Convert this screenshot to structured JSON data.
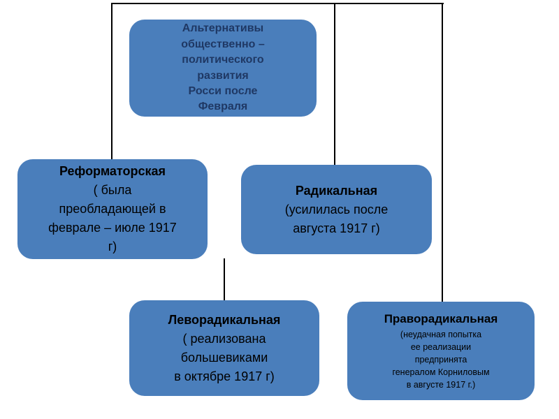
{
  "diagram": {
    "colors": {
      "box_fill": "#4a7ebb",
      "title_text": "#1f3864",
      "body_text": "#000000",
      "connector": "#000000",
      "background": "#ffffff"
    },
    "title_box": {
      "lines": [
        "Альтернативы",
        "общественно –",
        "политического",
        "развития",
        "Росси после",
        "Февраля"
      ]
    },
    "boxes": [
      {
        "title": "Реформаторская",
        "body_lines": [
          "( была",
          "преобладающей в",
          "феврале – июле 1917",
          "г)"
        ]
      },
      {
        "title": "Радикальная",
        "body_lines": [
          "(усилилась после",
          "августа 1917 г)"
        ]
      },
      {
        "title": "Леворадикальная",
        "body_lines": [
          "( реализована",
          "большевиками",
          "в октябре 1917 г)"
        ]
      },
      {
        "title": "Праворадикальная",
        "body_lines": [
          "(неудачная попытка",
          "ее реализации",
          "предпринята",
          "генералом Корниловым",
          "в августе 1917 г.)"
        ]
      }
    ]
  }
}
